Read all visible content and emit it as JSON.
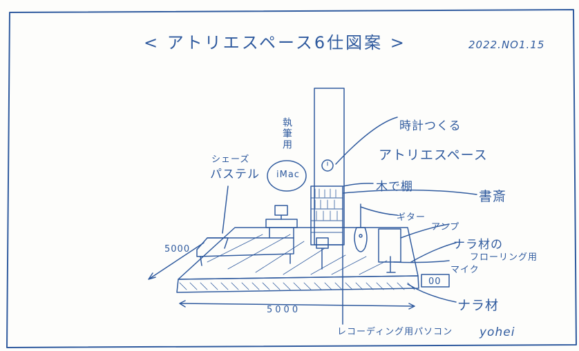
{
  "title": "< アトリエスペース6仕図案 >",
  "date": "2022.NO1.15",
  "labels": {
    "clock": "時計つくる",
    "atelier": "アトリエスペース",
    "wood_shelf": "木で棚",
    "study": "書斎",
    "desk_use": "執筆用",
    "imac": "iMac",
    "chaise": "シェーズ",
    "pastel": "パステル",
    "guitar": "ギター",
    "amp": "アンプ",
    "oak_flooring_1": "ナラ材の",
    "oak_flooring_2": "フローリング用",
    "mic": "マイク",
    "oak": "ナラ材",
    "recording_pc": "レコーディング用パソコン",
    "dim_left": "5000",
    "dim_bottom": "5000",
    "amp_speaker": "00",
    "signature": "yohei"
  },
  "colors": {
    "ink": "#2f5a9e",
    "paper": "#fdfdfb"
  }
}
